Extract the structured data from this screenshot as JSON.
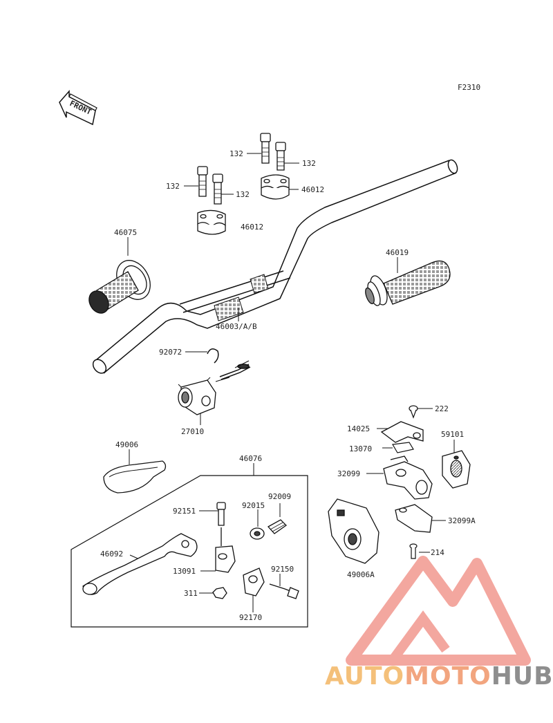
{
  "diagram": {
    "figure_code": "F2310",
    "front_label": "FRONT",
    "labels": {
      "bolt_1": "132",
      "bolt_2": "132",
      "bolt_3": "132",
      "bolt_4": "132",
      "holder_upper": "46012",
      "holder_lower": "46012",
      "grip_left": "46075",
      "grip_right": "46019",
      "handlebar": "46003/A/B",
      "clamp": "92072",
      "switch": "27010",
      "cover": "49006",
      "lever_assy": "46076",
      "pivot_bolt": "92151",
      "adjuster_nut": "92015",
      "adjuster": "92009",
      "lever": "46092",
      "bracket": "13091",
      "nut": "311",
      "bolt_92150": "92150",
      "holder_92170": "92170",
      "screw_222": "222",
      "plate_14025": "14025",
      "plate_13070": "13070",
      "holder_59101": "59101",
      "throttle_32099": "32099",
      "throttle_32099a": "32099A",
      "screw_214": "214",
      "case_49006a": "49006A"
    }
  },
  "watermark": {
    "part1": "AUTO",
    "part2": "MOTO",
    "part3": "HUB",
    "colors": {
      "gold": "#f4c07a",
      "salmon": "#f2a57f",
      "gray": "#8e8e8e",
      "triangle": "#f08a80"
    }
  }
}
